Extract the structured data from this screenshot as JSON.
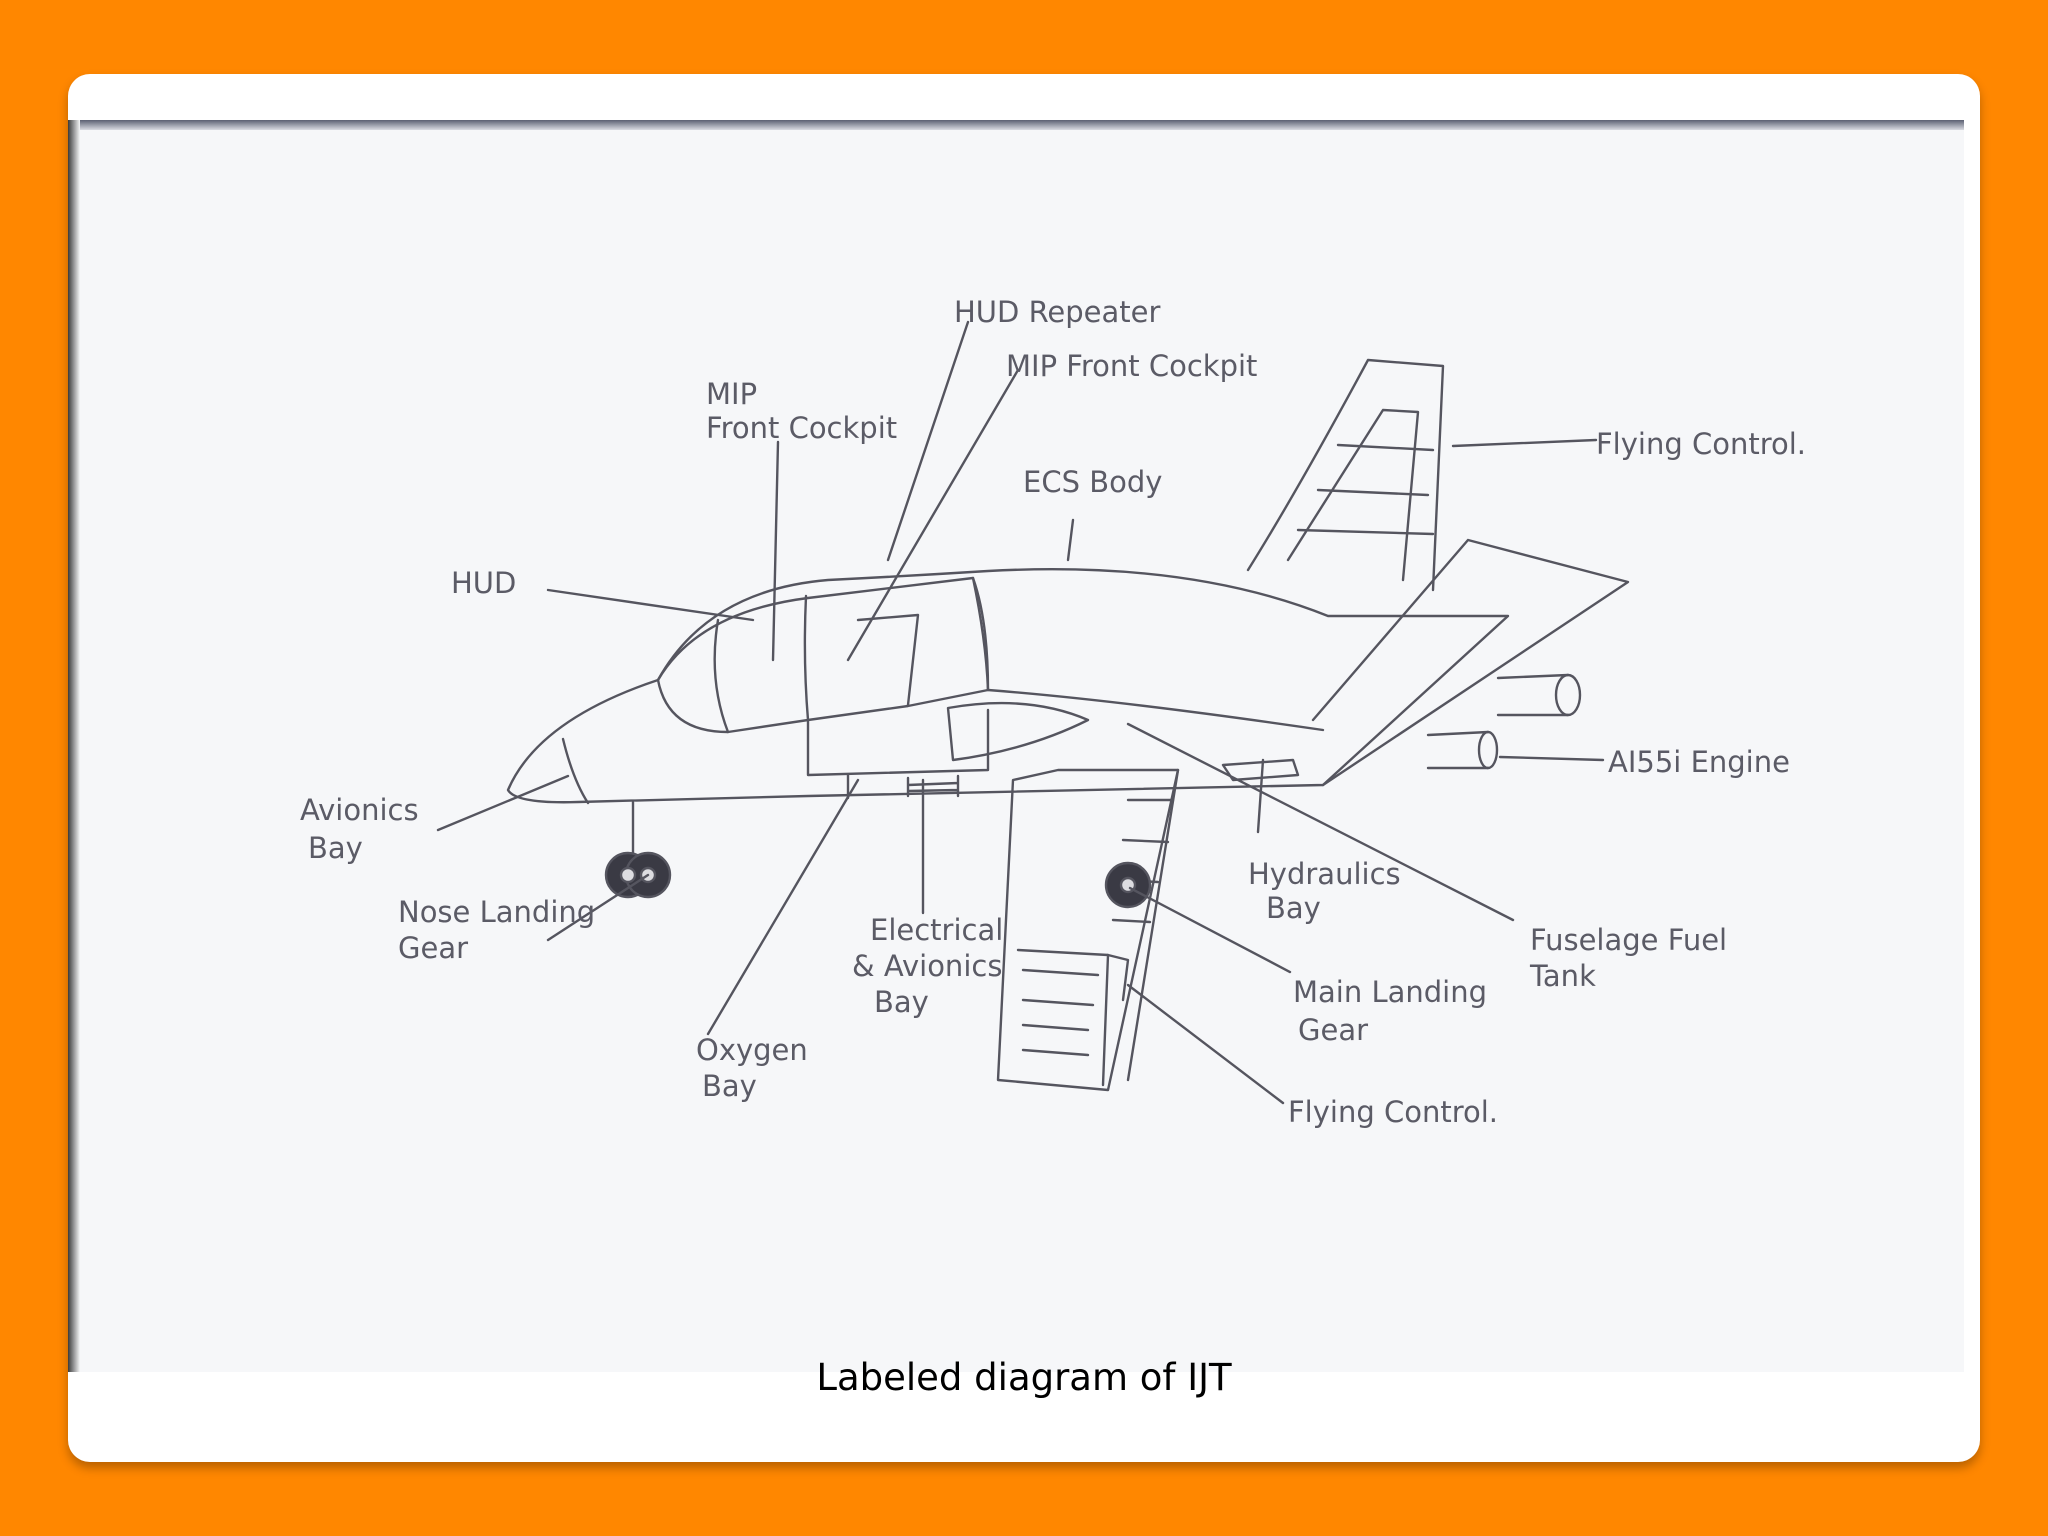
{
  "caption": "Labeled diagram of IJT",
  "labels": {
    "hud_repeater": "HUD Repeater",
    "mip_front_cockpit_top": "MIP Front Cockpit",
    "mip_left_line1": "MIP",
    "mip_left_line2": "Front Cockpit",
    "ecs_body": "ECS Body",
    "flying_control_tail": "Flying Control.",
    "hud": "HUD",
    "engine": "AI55i Engine",
    "avionics_bay_line1": "Avionics",
    "avionics_bay_line2": "Bay",
    "nose_landing_gear_line1": "Nose Landing",
    "nose_landing_gear_line2": "Gear",
    "electrical_line1": "Electrical",
    "electrical_line2": "& Avionics",
    "electrical_line3": "Bay",
    "hydraulics_line1": "Hydraulics",
    "hydraulics_line2": "Bay",
    "fuel_tank_line1": "Fuselage Fuel",
    "fuel_tank_line2": "Tank",
    "main_landing_gear_line1": "Main Landing",
    "main_landing_gear_line2": "Gear",
    "oxygen_bay_line1": "Oxygen",
    "oxygen_bay_line2": "Bay",
    "flying_control_wing": "Flying Control."
  },
  "colors": {
    "frame": "#FF8700",
    "card": "#ffffff",
    "paper": "#f6f7f9",
    "pencil": "#5b5b66"
  }
}
